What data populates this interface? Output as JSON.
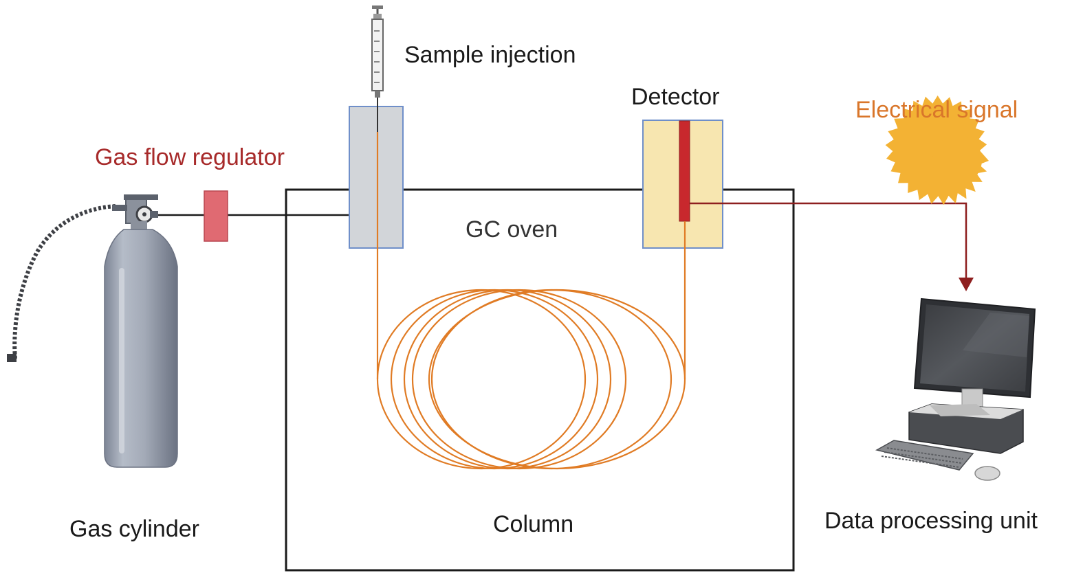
{
  "labels": {
    "sample_injection": "Sample injection",
    "detector": "Detector",
    "electrical_signal": "Electrical signal",
    "gas_flow_regulator": "Gas flow regulator",
    "gc_oven": "GC oven",
    "column": "Column",
    "gas_cylinder": "Gas cylinder",
    "data_processing_unit": "Data processing unit"
  },
  "colors": {
    "gas_flow_regulator_label": "#a72a2a",
    "electrical_signal_label": "#d9762a",
    "column_coil": "#e07b24",
    "signal_wire": "#8e1f1f",
    "regulator_box": "#e06a72",
    "injector_box": "#d2d5d9",
    "detector_box": "#f7e6b0",
    "box_outline": "#6f8fc9",
    "sun": "#f3b234"
  }
}
